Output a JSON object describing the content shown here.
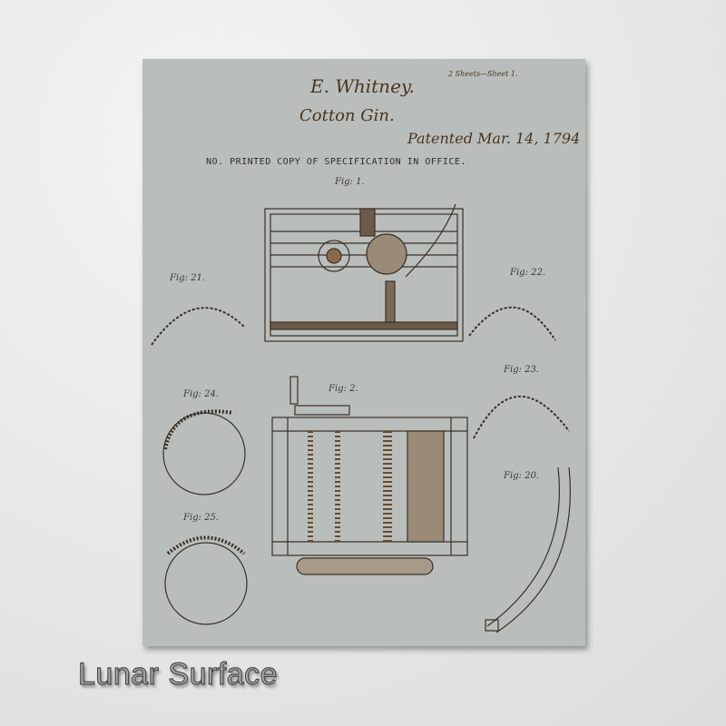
{
  "patent": {
    "sheet_note": "2 Sheets—Sheet 1.",
    "inventor": "E. Whitney.",
    "title": "Cotton Gin.",
    "patented": "Patented Mar. 14, 1794",
    "office_note": "NO. PRINTED COPY OF SPECIFICATION IN OFFICE.",
    "figures": {
      "fig1": "Fig: 1.",
      "fig21": "Fig: 21.",
      "fig22": "Fig: 22.",
      "fig2": "Fig: 2.",
      "fig23": "Fig: 23.",
      "fig24": "Fig: 24.",
      "fig25": "Fig: 25.",
      "fig20": "Fig: 20."
    }
  },
  "caption": "Lunar Surface",
  "colors": {
    "print_background": "#b9bebc",
    "ink": "#4a3420"
  }
}
